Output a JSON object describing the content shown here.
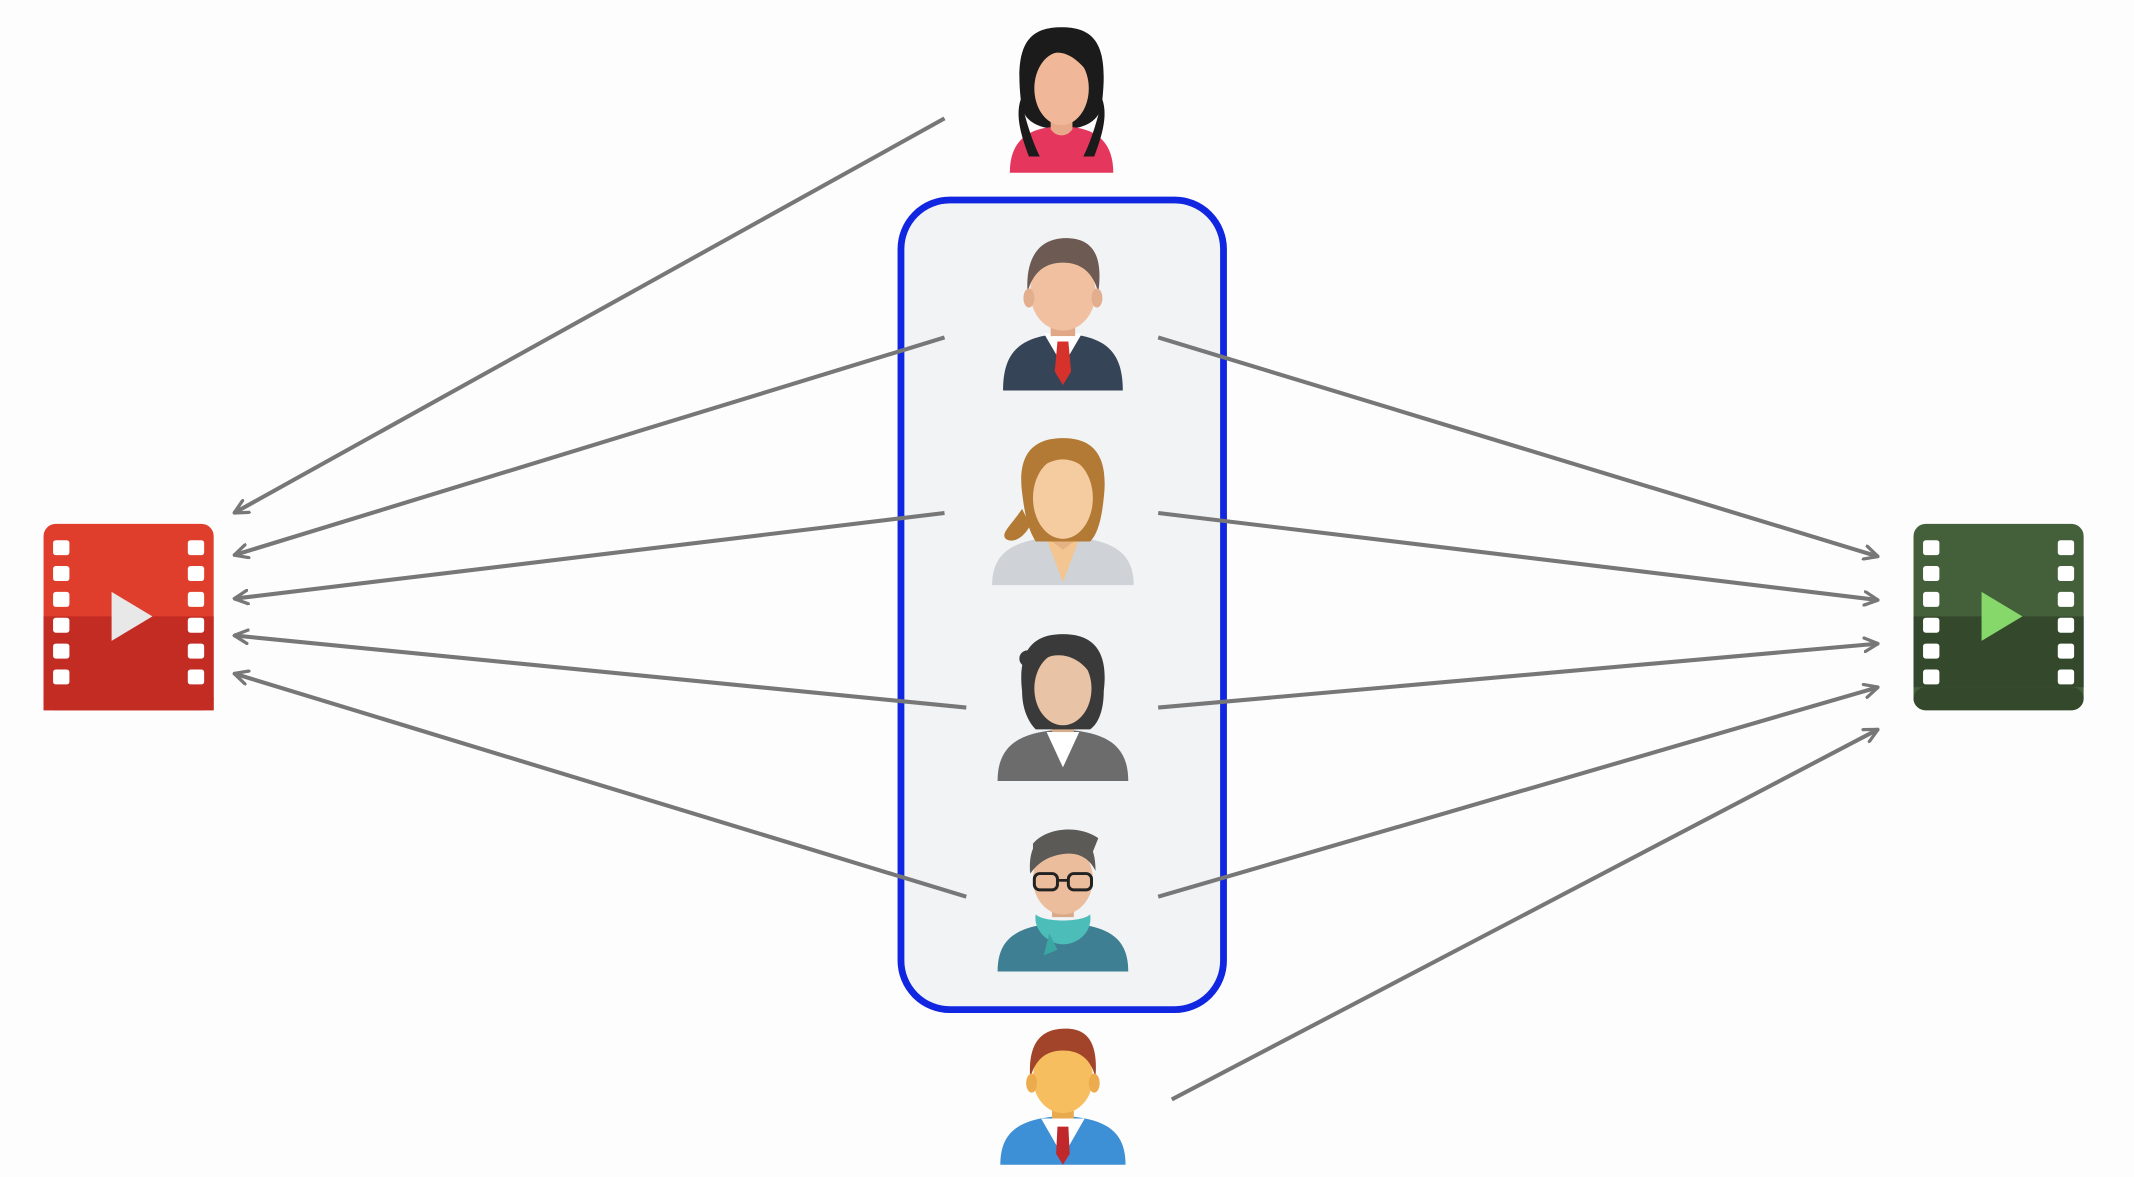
{
  "diagram": {
    "background": "#fdfdfd",
    "nodes": {
      "source_video": {
        "icon": "video-play-icon",
        "color": "#d93b2b"
      },
      "target_video": {
        "icon": "video-play-icon",
        "color": "#3f5a35"
      },
      "group_box": {
        "border_color": "#1126e0",
        "fill_color": "#f1f3f5"
      },
      "people": [
        {
          "id": "person-top-woman",
          "icon": "woman-avatar-icon",
          "in_group": false
        },
        {
          "id": "person-businessman",
          "icon": "businessman-avatar-icon",
          "in_group": true
        },
        {
          "id": "person-blonde-woman",
          "icon": "woman-blonde-avatar-icon",
          "in_group": true
        },
        {
          "id": "person-businesswoman",
          "icon": "businesswoman-avatar-icon",
          "in_group": true
        },
        {
          "id": "person-glasses-man",
          "icon": "man-glasses-avatar-icon",
          "in_group": true
        },
        {
          "id": "person-bottom-man",
          "icon": "man-avatar-icon",
          "in_group": false
        }
      ]
    },
    "edges": [
      {
        "from": "person-top-woman",
        "to": "source_video"
      },
      {
        "from": "person-businessman",
        "to": "source_video"
      },
      {
        "from": "person-blonde-woman",
        "to": "source_video"
      },
      {
        "from": "person-businesswoman",
        "to": "source_video"
      },
      {
        "from": "person-glasses-man",
        "to": "source_video"
      },
      {
        "from": "person-businessman",
        "to": "target_video"
      },
      {
        "from": "person-blonde-woman",
        "to": "target_video"
      },
      {
        "from": "person-businesswoman",
        "to": "target_video"
      },
      {
        "from": "person-glasses-man",
        "to": "target_video"
      },
      {
        "from": "person-bottom-man",
        "to": "target_video"
      }
    ],
    "arrow_color": "#777777"
  }
}
